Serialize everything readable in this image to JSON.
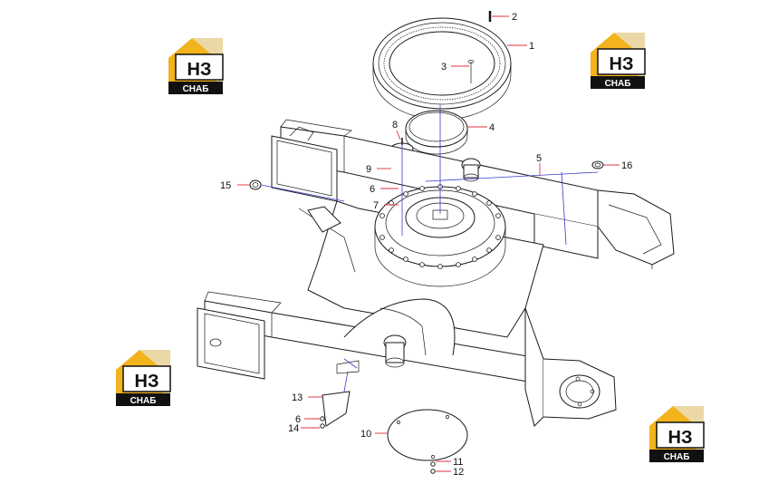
{
  "colors": {
    "leader": "#e0303a",
    "logo_yellow": "#f2b31c",
    "logo_black": "#111111",
    "hidden_line": "#3a3ad0"
  },
  "logos": [
    {
      "id": "logo-top-left",
      "brand": "НЗ",
      "caption": "СНАБ"
    },
    {
      "id": "logo-top-right",
      "brand": "НЗ",
      "caption": "СНАБ"
    },
    {
      "id": "logo-mid-left",
      "brand": "НЗ",
      "caption": "СНАБ"
    },
    {
      "id": "logo-bottom-right",
      "brand": "НЗ",
      "caption": "СНАБ"
    }
  ],
  "callouts": [
    {
      "id": "c1",
      "label": "1"
    },
    {
      "id": "c2",
      "label": "2"
    },
    {
      "id": "c3",
      "label": "3"
    },
    {
      "id": "c4",
      "label": "4"
    },
    {
      "id": "c5",
      "label": "5"
    },
    {
      "id": "c6a",
      "label": "6"
    },
    {
      "id": "c7",
      "label": "7"
    },
    {
      "id": "c8",
      "label": "8"
    },
    {
      "id": "c9",
      "label": "9"
    },
    {
      "id": "c10",
      "label": "10"
    },
    {
      "id": "c11",
      "label": "11"
    },
    {
      "id": "c12",
      "label": "12"
    },
    {
      "id": "c13",
      "label": "13"
    },
    {
      "id": "c6b",
      "label": "6"
    },
    {
      "id": "c14",
      "label": "14"
    },
    {
      "id": "c15",
      "label": "15"
    },
    {
      "id": "c16",
      "label": "16"
    }
  ]
}
